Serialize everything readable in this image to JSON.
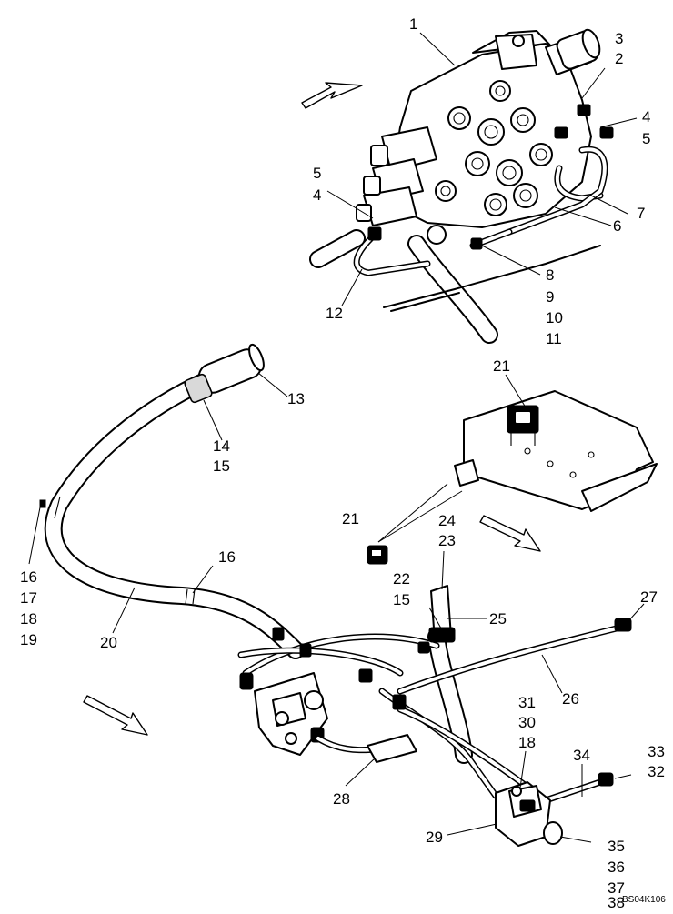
{
  "callouts": [
    {
      "id": "c1",
      "text": "1"
    },
    {
      "id": "c3",
      "text": "3"
    },
    {
      "id": "c2",
      "text": "2"
    },
    {
      "id": "c4a",
      "text": "4"
    },
    {
      "id": "c5a",
      "text": "5"
    },
    {
      "id": "c5b",
      "text": "5"
    },
    {
      "id": "c4b",
      "text": "4"
    },
    {
      "id": "c7",
      "text": "7"
    },
    {
      "id": "c6",
      "text": "6"
    },
    {
      "id": "c8",
      "text": "8"
    },
    {
      "id": "c9",
      "text": "9"
    },
    {
      "id": "c10",
      "text": "10"
    },
    {
      "id": "c11",
      "text": "11"
    },
    {
      "id": "c12",
      "text": "12"
    },
    {
      "id": "c13",
      "text": "13"
    },
    {
      "id": "c14",
      "text": "14"
    },
    {
      "id": "c15a",
      "text": "15"
    },
    {
      "id": "c21a",
      "text": "21"
    },
    {
      "id": "c21b",
      "text": "21"
    },
    {
      "id": "c24",
      "text": "24"
    },
    {
      "id": "c23",
      "text": "23"
    },
    {
      "id": "c16a",
      "text": "16"
    },
    {
      "id": "c16b",
      "text": "16"
    },
    {
      "id": "c17",
      "text": "17"
    },
    {
      "id": "c18a",
      "text": "18"
    },
    {
      "id": "c19",
      "text": "19"
    },
    {
      "id": "c22",
      "text": "22"
    },
    {
      "id": "c15b",
      "text": "15"
    },
    {
      "id": "c25",
      "text": "25"
    },
    {
      "id": "c27",
      "text": "27"
    },
    {
      "id": "c20",
      "text": "20"
    },
    {
      "id": "c26",
      "text": "26"
    },
    {
      "id": "c31",
      "text": "31"
    },
    {
      "id": "c30",
      "text": "30"
    },
    {
      "id": "c18b",
      "text": "18"
    },
    {
      "id": "c33",
      "text": "33"
    },
    {
      "id": "c34",
      "text": "34"
    },
    {
      "id": "c32",
      "text": "32"
    },
    {
      "id": "c28",
      "text": "28"
    },
    {
      "id": "c29",
      "text": "29"
    },
    {
      "id": "c35",
      "text": "35"
    },
    {
      "id": "c36",
      "text": "36"
    },
    {
      "id": "c37",
      "text": "37"
    },
    {
      "id": "c38",
      "text": "38"
    }
  ],
  "drawing_code": "BS04K106"
}
